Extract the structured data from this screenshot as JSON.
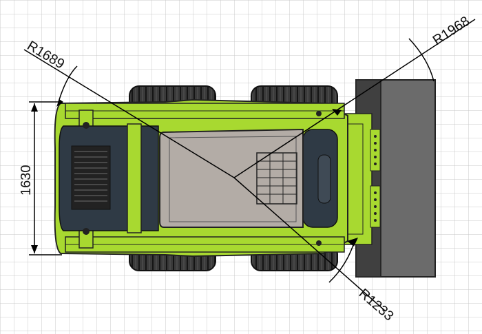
{
  "dimensions": {
    "width_label": "1630",
    "radius_front_label": "R1968",
    "radius_rear_label": "R1689",
    "radius_inner_label": "R1233"
  },
  "colors": {
    "body_green": "#a8d930",
    "tire_dark": "#3a3a3a",
    "bucket_gray": "#6b6b6b",
    "cab_roof": "#b3aca6",
    "engine_panel": "#2f3a45",
    "grid_line": "#c8c8c8"
  }
}
